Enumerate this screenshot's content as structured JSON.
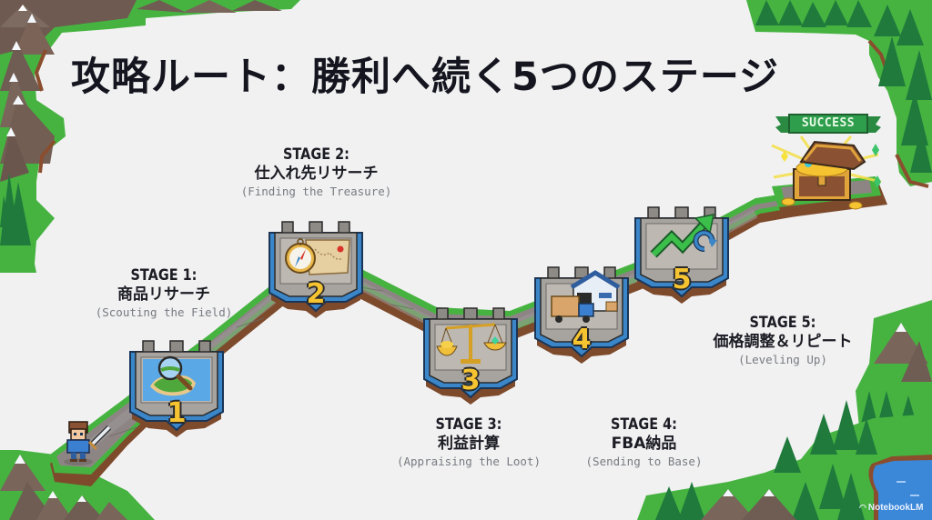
{
  "title": "攻略ルート：勝利へ続く5つのステージ",
  "stages": [
    {
      "number_label": "STAGE 1:",
      "name_jp": "商品リサーチ",
      "name_en": "(Scouting the Field)",
      "badge_digit": "1",
      "icon": "magnifier-over-island-icon"
    },
    {
      "number_label": "STAGE 2:",
      "name_jp": "仕入れ先リサーチ",
      "name_en": "(Finding the Treasure)",
      "badge_digit": "2",
      "icon": "compass-and-map-icon"
    },
    {
      "number_label": "STAGE 3:",
      "name_jp": "利益計算",
      "name_en": "(Appraising the Loot)",
      "badge_digit": "3",
      "icon": "balance-scale-icon"
    },
    {
      "number_label": "STAGE 4:",
      "name_jp": "FBA納品",
      "name_en": "(Sending to Base)",
      "badge_digit": "4",
      "icon": "truck-warehouse-icon"
    },
    {
      "number_label": "STAGE 5:",
      "name_jp": "価格調整＆リピート",
      "name_en": "(Leveling Up)",
      "badge_digit": "5",
      "icon": "growth-arrow-repeat-icon"
    }
  ],
  "goal": {
    "banner": "SUCCESS",
    "icon": "treasure-chest-icon"
  },
  "hero": {
    "icon": "knight-with-sword-icon"
  },
  "watermark": {
    "text": "NotebookLM"
  },
  "colors": {
    "background": "#f1f1f2",
    "grass": "#44b03e",
    "dirt": "#8a4e2e",
    "path": "#8d8584",
    "badge_frame": "#3a86c8",
    "badge_stone": "#a7a39e",
    "digit_gold": "#f6c431",
    "success_green": "#2f9e4c",
    "water": "#3b87d8",
    "title_text": "#15151f",
    "subtitle_text": "#777b80"
  }
}
